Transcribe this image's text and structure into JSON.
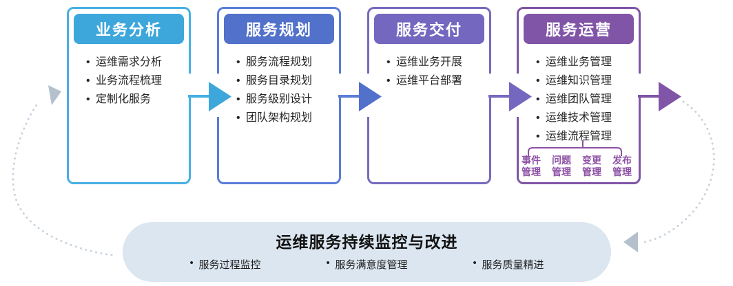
{
  "stages": [
    {
      "title": "业务分析",
      "header_color": "#3da7db",
      "border_color": "#46afe3",
      "items": [
        "运维需求分析",
        "业务流程梳理",
        "定制化服务"
      ]
    },
    {
      "title": "服务规划",
      "header_color": "#5171ca",
      "border_color": "#5b7dd8",
      "items": [
        "服务流程规划",
        "服务目录规划",
        "服务级别设计",
        "团队架构规划"
      ]
    },
    {
      "title": "服务交付",
      "header_color": "#7467bf",
      "border_color": "#756abf",
      "items": [
        "运维业务开展",
        "运维平台部署"
      ]
    },
    {
      "title": "服务运营",
      "header_color": "#8054a6",
      "border_color": "#8054a6",
      "items": [
        "运维业务管理",
        "运维知识管理",
        "运维团队管理",
        "运维技术管理",
        "运维流程管理"
      ]
    }
  ],
  "operations_sub": {
    "color": "#8d50a5",
    "items": [
      "事件\n管理",
      "问题\n管理",
      "变更\n管理",
      "发布\n管理"
    ]
  },
  "banner": {
    "title": "运维服务持续监控与改进",
    "background": "#dce6f0",
    "items": [
      "服务过程监控",
      "服务满意度管理",
      "服务质量精进"
    ]
  },
  "connectors": {
    "dotted_color": "#c9d2dd",
    "loop_arrowhead_color": "#b4c1cd"
  }
}
